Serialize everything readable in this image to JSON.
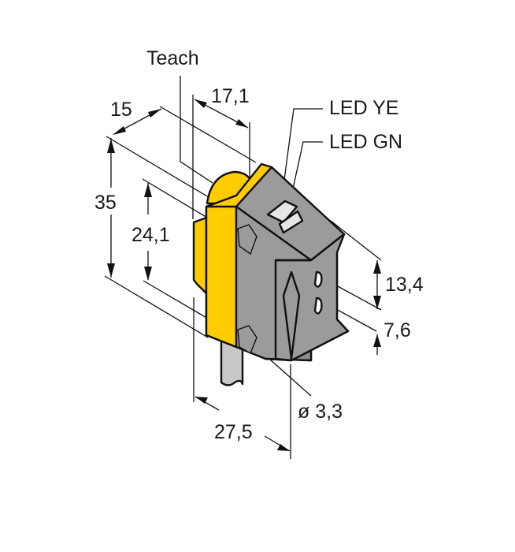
{
  "diagram": {
    "type": "dimension drawing",
    "subject": "sensor housing with teach button and cable",
    "colors": {
      "housing_yellow": "#FFCC00",
      "housing_gray": "#9B9B9B",
      "housing_gray_dark": "#8C8C8C",
      "cable_gray": "#C8C8C8",
      "led_window": "#E6E6E6",
      "line": "#111111"
    },
    "labels": {
      "teach": "Teach",
      "led_ye": "LED YE",
      "led_gn": "LED GN"
    },
    "dimensions": {
      "depth_top": "15",
      "lens_offset": "17,1",
      "height_total": "35",
      "mount_spacing": "24,1",
      "slot_spacing": "13,4",
      "slot_offset": "7,6",
      "width": "27,5",
      "hole_diameter": "ø 3,3"
    }
  }
}
